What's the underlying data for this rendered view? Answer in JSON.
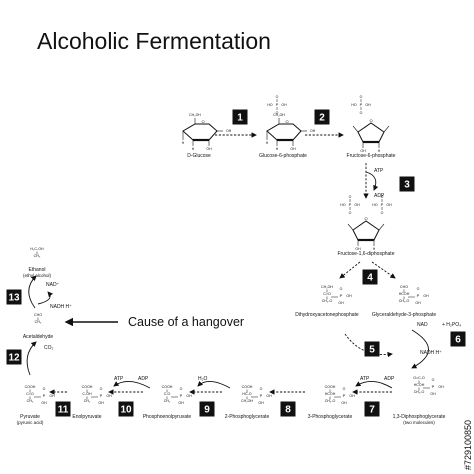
{
  "title": "Alcoholic Fermentation",
  "hangover_label": "Cause of a hangover",
  "stock_id": "#729100850",
  "side_labels": {
    "atp_3": "ATP",
    "adp_3": "ADP",
    "nad_6": "NAD",
    "hpo": "+ H₂PO₄",
    "nadh_6": "NADH H⁺",
    "atp_7": "ATP",
    "adp_7": "ADP",
    "h2o": "H₂O",
    "atp_10": "ATP",
    "adp_10": "ADP",
    "co2": "CO₂",
    "nadh_13": "NADH H⁺",
    "nad_13": "NAD⁺"
  },
  "molecules": [
    {
      "id": "glucose",
      "name": "D-Glucose",
      "kind": "pyranose"
    },
    {
      "id": "g6p",
      "name": "Glucose-6-phosphate",
      "kind": "pyranose-p"
    },
    {
      "id": "f6p",
      "name": "Fructose-6-phosphate",
      "kind": "furanose-p"
    },
    {
      "id": "f16bp",
      "name": "Fructose-1,6-diphosphate",
      "kind": "furanose-2p"
    },
    {
      "id": "dhap",
      "name": "Dihydroxyacetonephosphate",
      "kind": "chain"
    },
    {
      "id": "g3p",
      "name": "Glyceraldehyde-3-phosphate",
      "kind": "chain"
    },
    {
      "id": "bpg",
      "name": "1,3-Diphosphoglycerate",
      "sub": "(two molecules)",
      "kind": "chain"
    },
    {
      "id": "pg3",
      "name": "3-Phosphoglycerate",
      "kind": "chain"
    },
    {
      "id": "pg2",
      "name": "2-Phosphoglycerate",
      "kind": "chain"
    },
    {
      "id": "pep",
      "name": "Phosphoenolpyruvate",
      "kind": "chain"
    },
    {
      "id": "enol",
      "name": "Enolpyruvate",
      "kind": "chain"
    },
    {
      "id": "pyr",
      "name": "Pyruvate",
      "sub": "(pyruvic acid)",
      "kind": "chain"
    },
    {
      "id": "acet",
      "name": "Acetaldehyde",
      "kind": "chain-small"
    },
    {
      "id": "eth",
      "name": "Ethanol",
      "sub": "(ethyl alcohol)",
      "kind": "chain-small"
    }
  ],
  "steps": [
    "1",
    "2",
    "3",
    "4",
    "5",
    "6",
    "7",
    "8",
    "9",
    "10",
    "11",
    "12",
    "13"
  ],
  "colors": {
    "ink": "#111111",
    "box": "#111111",
    "box_text": "#ffffff"
  }
}
